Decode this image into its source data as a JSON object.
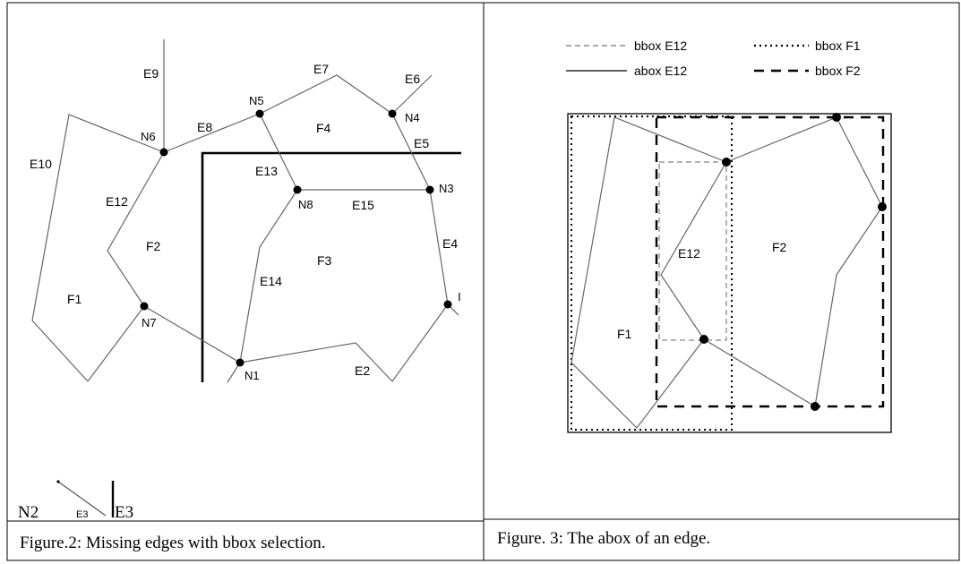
{
  "figure2": {
    "caption": "Figure.2: Missing edges with bbox selection.",
    "edge_labels": [
      "E9",
      "E7",
      "E6",
      "E8",
      "E10",
      "E12",
      "E13",
      "E15",
      "E5",
      "E4",
      "E14",
      "E2"
    ],
    "node_labels": [
      "N5",
      "N4",
      "N6",
      "N3",
      "N8",
      "N7",
      "N1",
      "I"
    ],
    "face_labels": [
      "F4",
      "F2",
      "F3",
      "F1"
    ],
    "bottom": {
      "node_text": "N2",
      "edge_small": "E3",
      "edge_text": "E3"
    }
  },
  "figure3": {
    "caption": "Figure. 3: The abox of an edge.",
    "legend": [
      {
        "label": "bbox E12",
        "style": "thin-dashed"
      },
      {
        "label": "abox E12",
        "style": "solid"
      },
      {
        "label": "bbox F1",
        "style": "dotted"
      },
      {
        "label": "bbox F2",
        "style": "thick-dashed"
      }
    ],
    "region_labels": [
      "E12",
      "F2",
      "F1"
    ]
  }
}
